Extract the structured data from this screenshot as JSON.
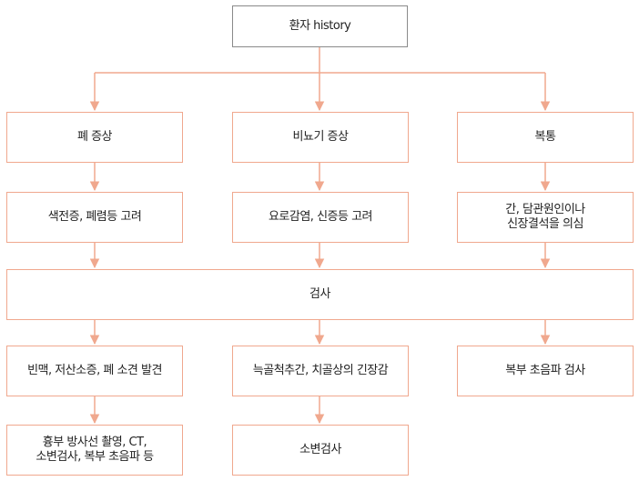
{
  "root": {
    "label": "환자 history"
  },
  "columns": [
    {
      "symptom": "폐 증상",
      "consider": "색전증, 폐렴등 고려"
    },
    {
      "symptom": "비뇨기 증상",
      "consider": "요로감염, 신증등 고려"
    },
    {
      "symptom": "복통",
      "consider": "간, 담관원인이나\n신장결석을 의심"
    }
  ],
  "exam": {
    "label": "검사"
  },
  "findings": [
    "빈맥, 저산소증, 폐 소견 발견",
    "늑골척추간, 치골상의 긴장감",
    "복부 초음파 검사"
  ],
  "tests": [
    "흉부 방사선 촬영, CT,\n소변검사, 복부 초음파 등",
    "소변검사"
  ],
  "colors": {
    "accent": "#f0a88e",
    "root_border": "#8a8a8a",
    "text": "#222222"
  }
}
